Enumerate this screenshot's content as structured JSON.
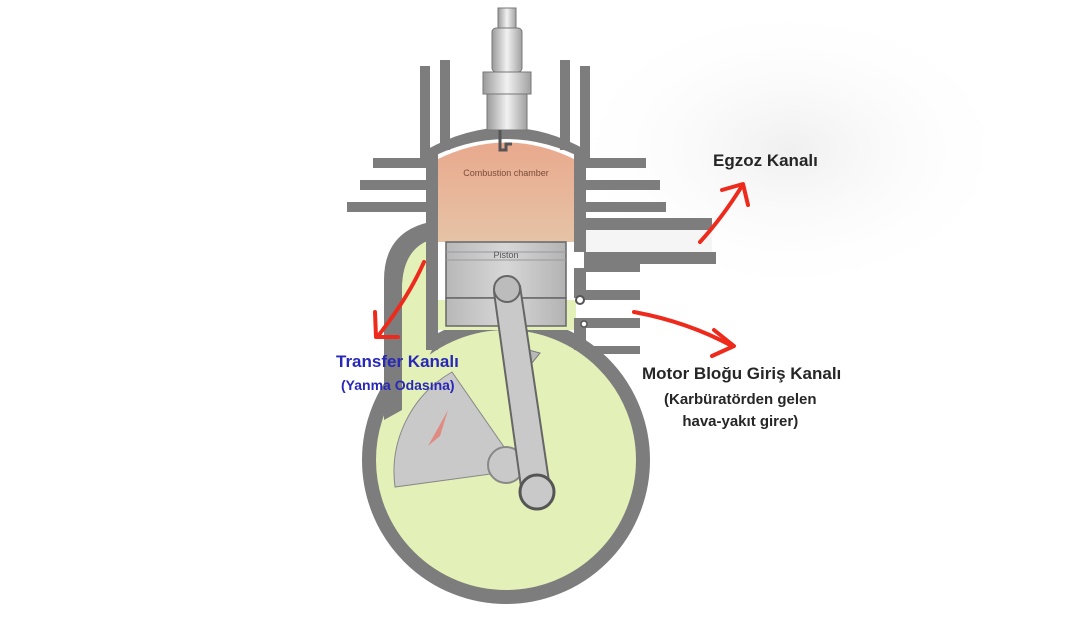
{
  "diagram": {
    "combustion_label": "Combustion chamber",
    "piston_label": "Piston"
  },
  "labels": {
    "exhaust": "Egzoz Kanalı",
    "transfer": "Transfer Kanalı",
    "transfer_sub": "(Yanma Odasına)",
    "intake": "Motor Bloğu Giriş Kanalı",
    "intake_sub_1": "(Karbüratörden gelen",
    "intake_sub_2": "hava-yakıt girer)"
  },
  "colors": {
    "metal": "#7d7d7d",
    "metal_dark": "#555555",
    "wall_fill": "#c9c9c9",
    "fuel_mixture": "#e3f0b8",
    "combustion": "#e7b59a",
    "arrow_red": "#ee2a1c",
    "transfer_text": "#2828b8"
  }
}
